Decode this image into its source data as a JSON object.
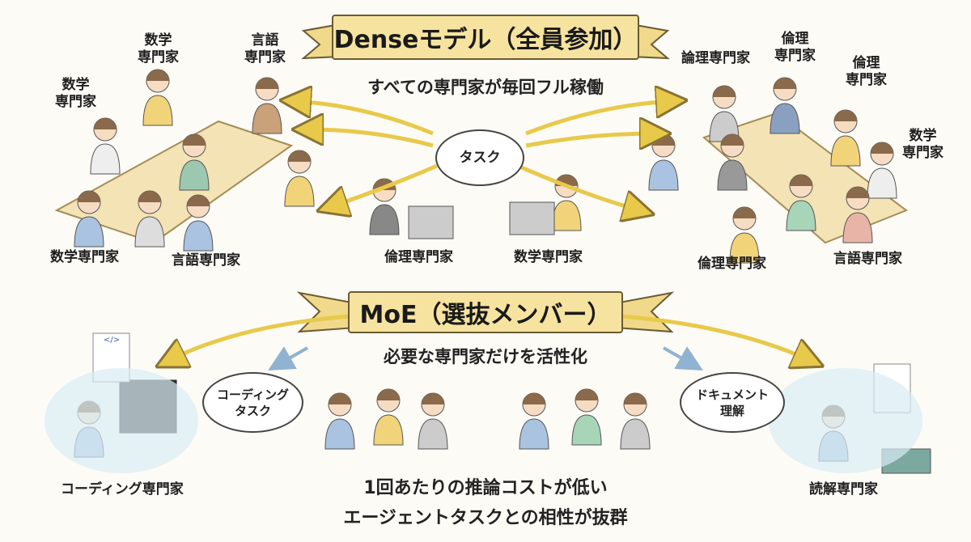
{
  "dense": {
    "title": "Denseモデル（全員参加）",
    "subtitle": "すべての専門家が毎回フル稼働",
    "task": "タスク",
    "labels": [
      {
        "l1": "数学",
        "l2": "専門家"
      },
      {
        "l1": "数学",
        "l2": "専門家"
      },
      {
        "l1": "言語",
        "l2": "専門家"
      },
      {
        "l1": "数学専門家",
        "l2": ""
      },
      {
        "l1": "言語専門家",
        "l2": ""
      },
      {
        "l1": "倫理専門家",
        "l2": ""
      },
      {
        "l1": "数学専門家",
        "l2": ""
      },
      {
        "l1": "論理専門家",
        "l2": ""
      },
      {
        "l1": "倫理",
        "l2": "専門家"
      },
      {
        "l1": "倫理",
        "l2": "専門家"
      },
      {
        "l1": "数学",
        "l2": "専門家"
      },
      {
        "l1": "倫理専門家",
        "l2": ""
      },
      {
        "l1": "言語専門家",
        "l2": ""
      }
    ]
  },
  "moe": {
    "title": "MoE（選抜メンバー）",
    "subtitle": "必要な専門家だけを活性化",
    "coding_task": {
      "l1": "コーディング",
      "l2": "タスク"
    },
    "doc_task": {
      "l1": "ドキュメント",
      "l2": "理解"
    },
    "coding_expert": "コーディング専門家",
    "reading_expert": "読解専門家",
    "monitor_code": "</>",
    "benefit1": "1回あたりの推論コストが低い",
    "benefit2": "エージェントタスクとの相性が抜群"
  },
  "colors": {
    "ribbon": "#f6e3a0",
    "arrow": "#efd56a",
    "outline": "#6b5a33",
    "arrow_blue": "#8fb3d0"
  }
}
